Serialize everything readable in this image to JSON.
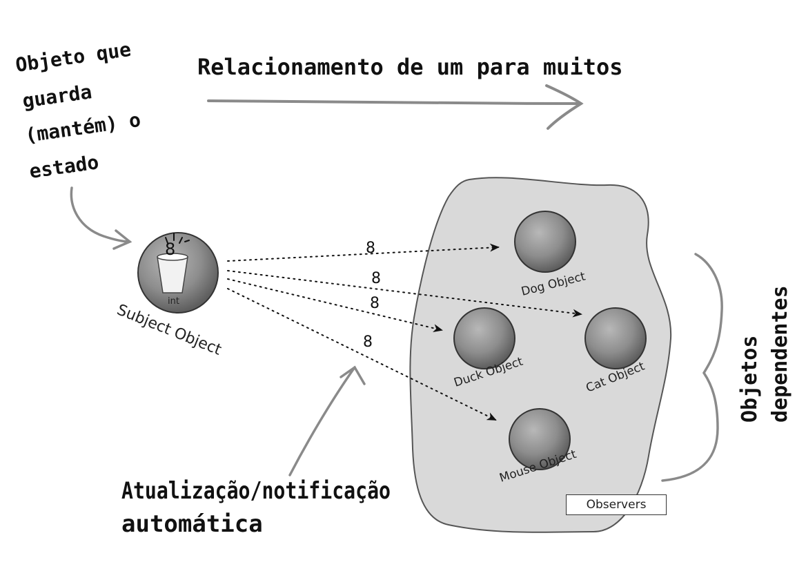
{
  "annotations": {
    "subject_note_lines": [
      "Objeto que",
      "guarda",
      "(mantém) o",
      "estado"
    ],
    "relationship": "Relacionamento de um para muitos",
    "update_lines": [
      "Atualização/notificação",
      "automática"
    ],
    "dependents_lines": [
      "Objetos",
      "dependentes"
    ]
  },
  "subject": {
    "label": "Subject Object",
    "value": "8",
    "type_label": "int"
  },
  "observers": [
    {
      "label": "Dog Object"
    },
    {
      "label": "Cat Object"
    },
    {
      "label": "Duck Object"
    },
    {
      "label": "Mouse Object"
    }
  ],
  "messages": [
    "8",
    "8",
    "8",
    "8"
  ],
  "observers_group_label": "Observers",
  "colors": {
    "blob_fill": "#d9d9d9",
    "sphere_fill": "#8c8c8c",
    "ink": "#111111",
    "pen": "#8a8a8a"
  }
}
